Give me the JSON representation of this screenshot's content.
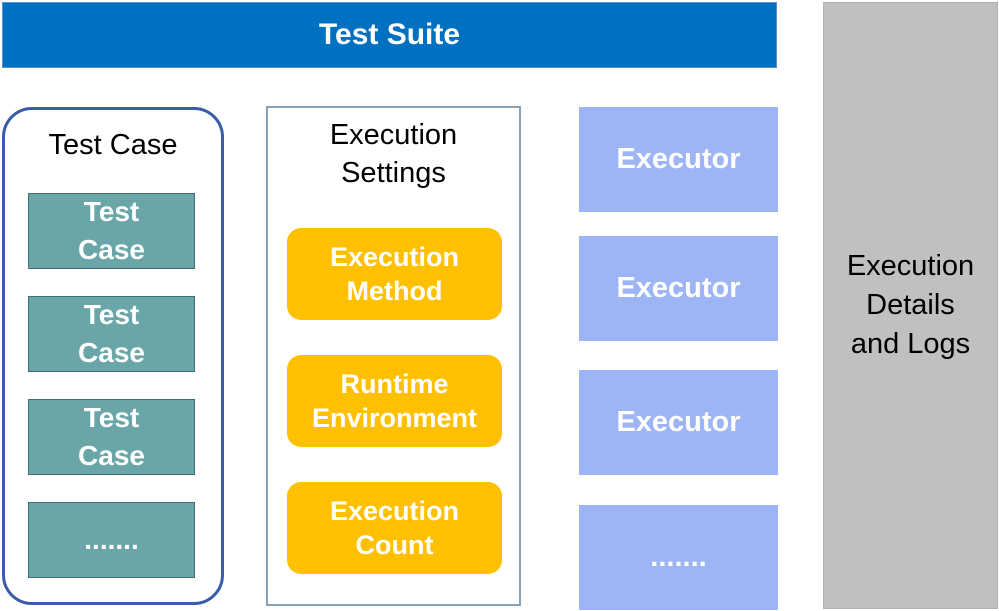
{
  "suite": {
    "label": "Test Suite"
  },
  "test_case_group": {
    "title": "Test Case",
    "items": [
      "Test\nCase",
      "Test\nCase",
      "Test\nCase",
      "......."
    ]
  },
  "execution_settings": {
    "title": "Execution\nSettings",
    "items": [
      "Execution\nMethod",
      "Runtime\nEnvironment",
      "Execution\nCount"
    ]
  },
  "executors": {
    "items": [
      "Executor",
      "Executor",
      "Executor",
      "......."
    ]
  },
  "logs": {
    "label": "Execution\nDetails\nand Logs"
  },
  "colors": {
    "suite": "#0070c0",
    "test_case_box": "#6aa6a8",
    "test_case_border": "#3a5ca8",
    "settings_box": "#ffc000",
    "settings_border": "#8aa0b4",
    "executor": "#9db5f4",
    "logs_panel": "#c0c0c0"
  }
}
